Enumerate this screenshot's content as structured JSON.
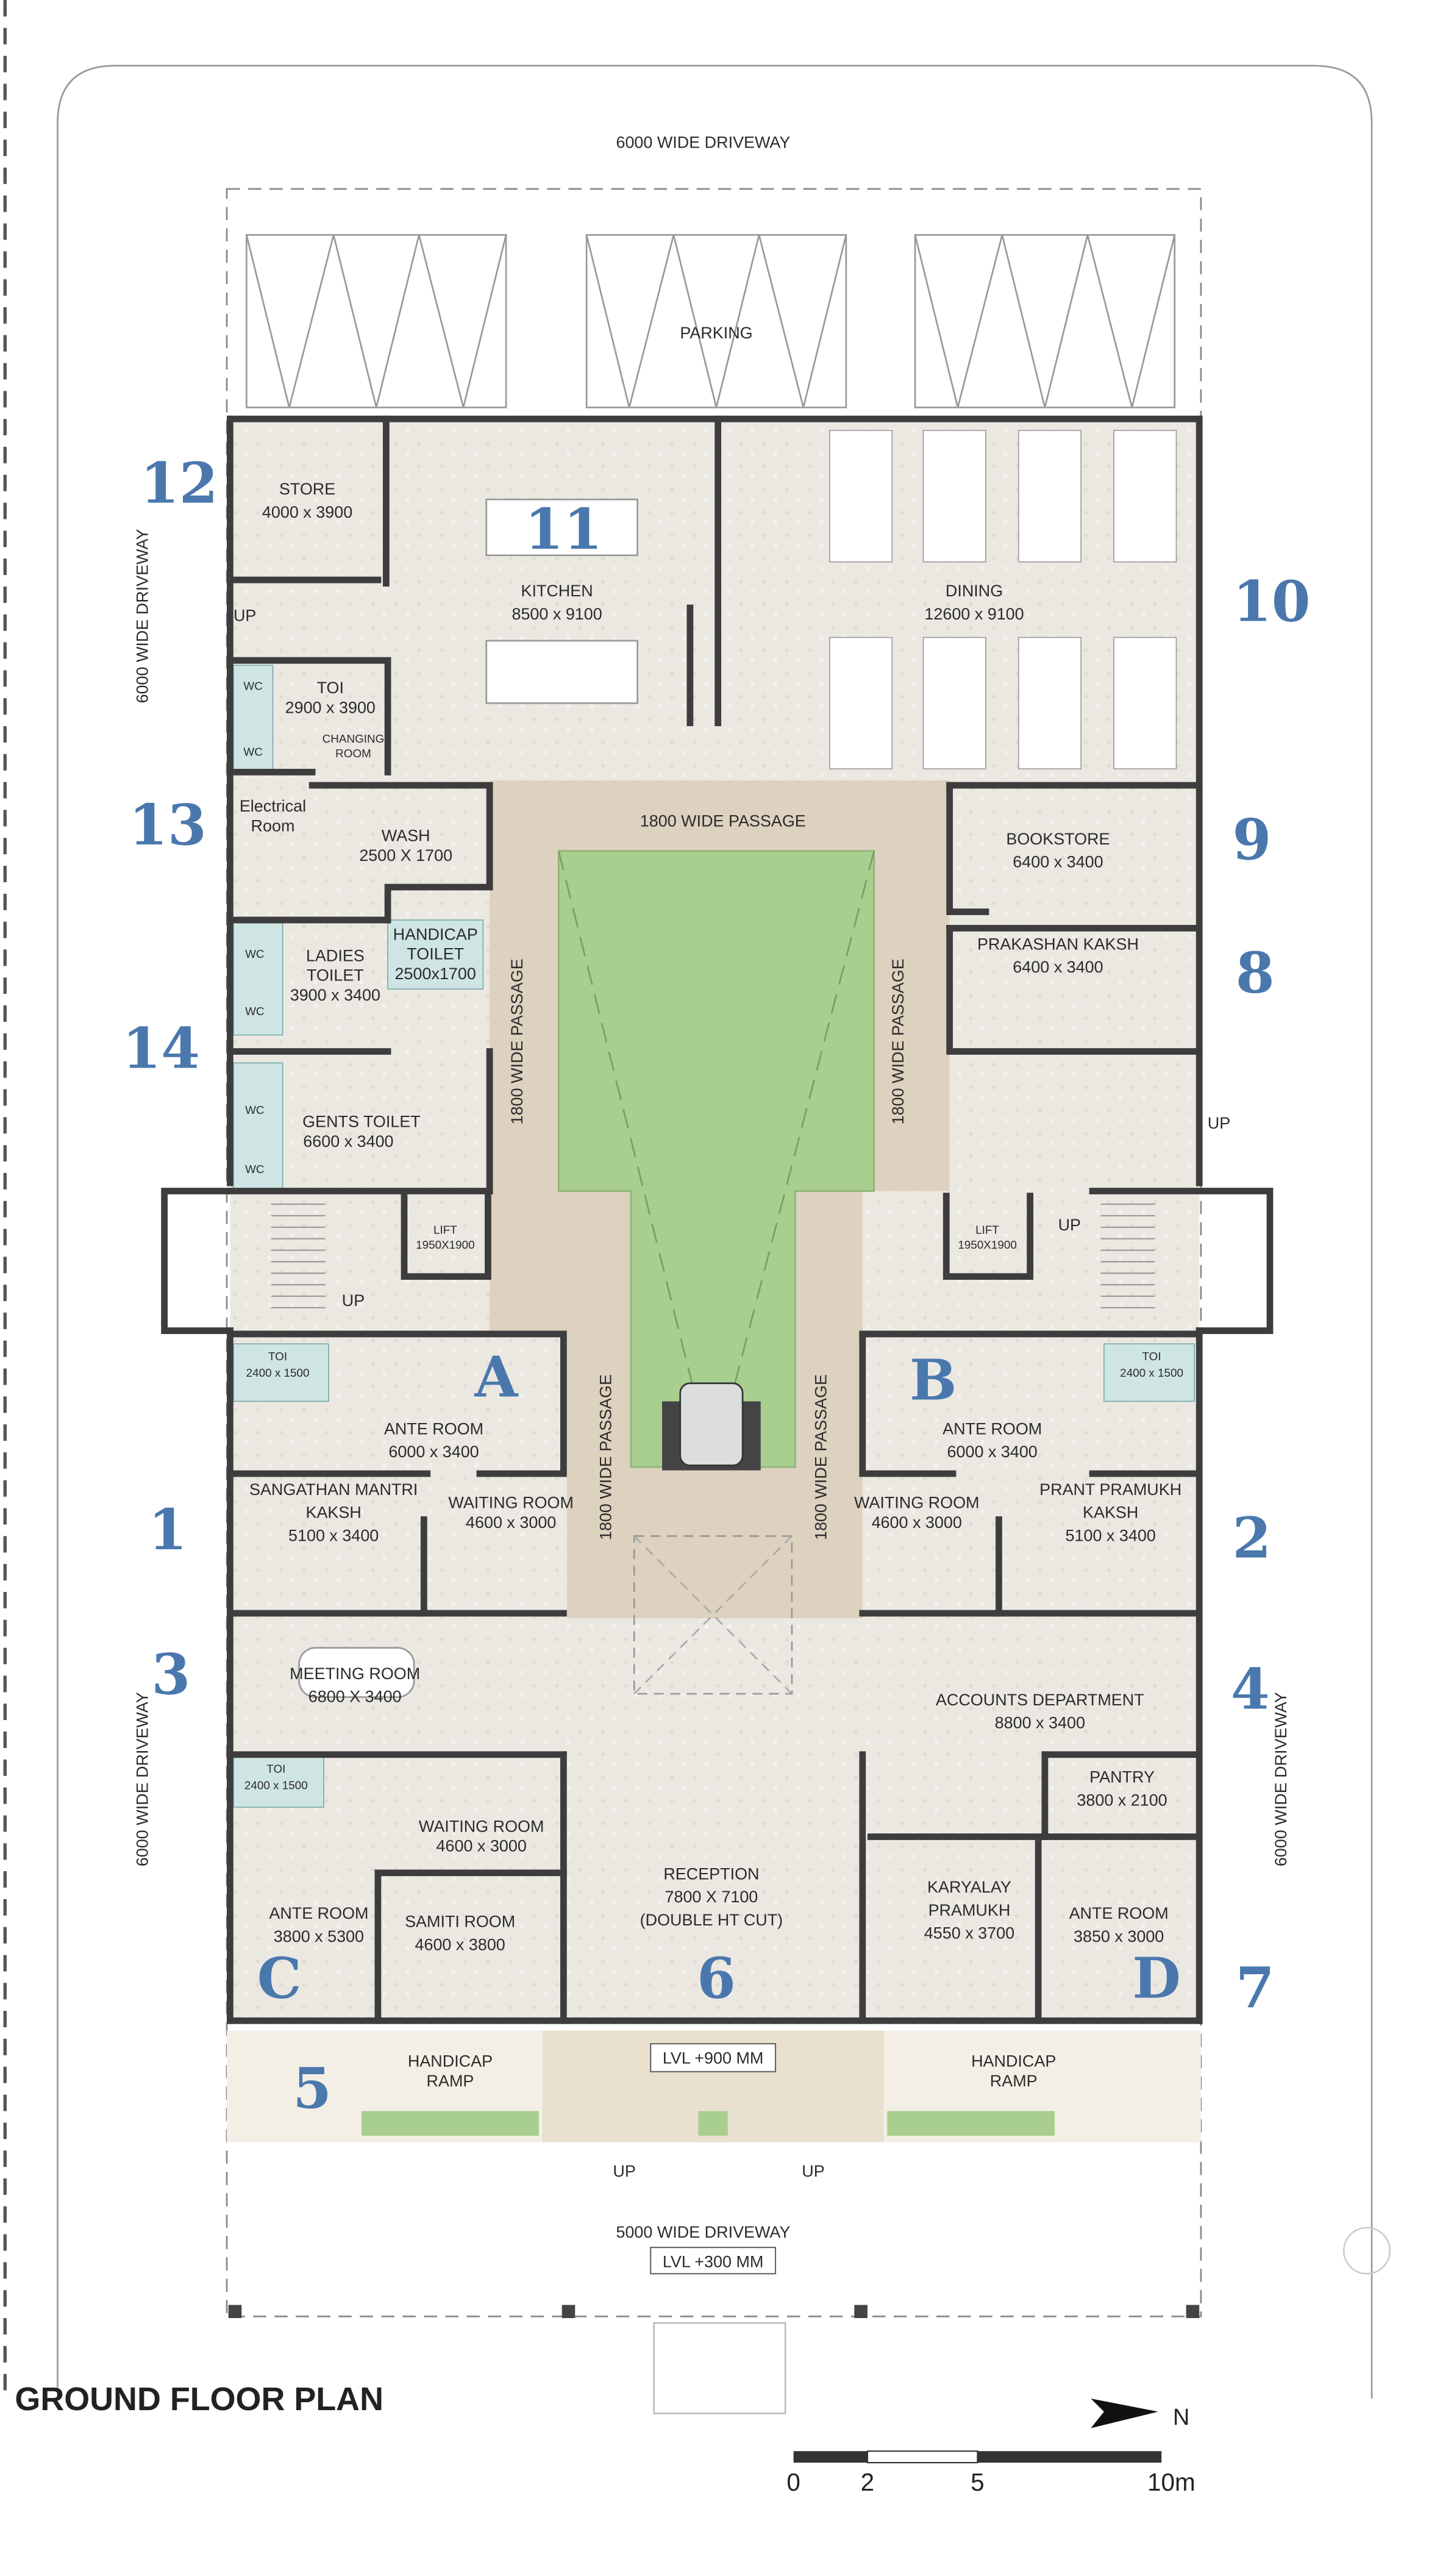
{
  "title": "GROUND FLOOR PLAN",
  "north": "N",
  "scale": {
    "ticks": [
      "0",
      "2",
      "5",
      "10m"
    ]
  },
  "colors": {
    "wall": "#3d3d3d",
    "floor": "#ece6dc",
    "courtyard": "#a9cf8f",
    "wet": "#cfe5e4",
    "number": "#4a78ad",
    "passage": "#ddd1bf"
  },
  "site": {
    "driveway_top": "6000 WIDE DRIVEWAY",
    "driveway_left_top": "6000 WIDE DRIVEWAY",
    "driveway_left_bottom": "6000 WIDE DRIVEWAY",
    "driveway_right": "6000 WIDE DRIVEWAY",
    "driveway_bottom": "5000 WIDE DRIVEWAY",
    "level_bottom": "LVL +300 MM",
    "level_plinth": "LVL +900 MM",
    "parking": "PARKING",
    "ramp_left_1": "HANDICAP",
    "ramp_left_2": "RAMP",
    "ramp_right_1": "HANDICAP",
    "ramp_right_2": "RAMP",
    "up": "UP"
  },
  "passages": {
    "top": "1800 WIDE PASSAGE",
    "left": "1800 WIDE PASSAGE",
    "right": "1800 WIDE PASSAGE",
    "lower_left": "1800 WIDE PASSAGE",
    "lower_right": "1800 WIDE PASSAGE"
  },
  "rooms": {
    "store": {
      "name": "STORE",
      "size": "4000 x 3900"
    },
    "kitchen": {
      "name": "KITCHEN",
      "size": "8500 x 9100"
    },
    "dining": {
      "name": "DINING",
      "size": "12600 x 9100"
    },
    "toi_top": {
      "name": "TOI",
      "size": "2900 x 3900",
      "wc": "WC",
      "changing_1": "CHANGING",
      "changing_2": "ROOM"
    },
    "electrical": {
      "line1": "Electrical",
      "line2": "Room"
    },
    "wash": {
      "name": "WASH",
      "size": "2500 X 1700"
    },
    "bookstore": {
      "name": "BOOKSTORE",
      "size": "6400 x 3400"
    },
    "prakashan": {
      "name": "PRAKASHAN KAKSH",
      "size": "6400 x 3400"
    },
    "ladies": {
      "line1": "LADIES",
      "line2": "TOILET",
      "size": "3900 x 3400"
    },
    "handicap_toilet": {
      "line1": "HANDICAP",
      "line2": "TOILET",
      "size": "2500x1700"
    },
    "gents": {
      "name": "GENTS TOILET",
      "size": "6600 x 3400"
    },
    "wc": "WC",
    "lift": {
      "name": "LIFT",
      "size": "1950X1900"
    },
    "toi_small": {
      "name": "TOI",
      "size": "2400 x 1500"
    },
    "ante_a": {
      "name": "ANTE ROOM",
      "size": "6000 x 3400",
      "letter": "A"
    },
    "ante_b": {
      "name": "ANTE ROOM",
      "size": "6000 x 3400",
      "letter": "B"
    },
    "sangathan": {
      "line1": "SANGATHAN MANTRI",
      "line2": "KAKSH",
      "size": "5100 x 3400"
    },
    "waiting_l": {
      "name": "WAITING ROOM",
      "size": "4600 x 3000"
    },
    "waiting_r": {
      "name": "WAITING ROOM",
      "size": "4600 x 3000"
    },
    "prant": {
      "line1": "PRANT PRAMUKH",
      "line2": "KAKSH",
      "size": "5100 x 3400"
    },
    "meeting": {
      "name": "MEETING ROOM",
      "size": "6800 X 3400"
    },
    "accounts": {
      "name": "ACCOUNTS DEPARTMENT",
      "size": "8800 x 3400"
    },
    "waiting_c": {
      "name": "WAITING ROOM",
      "size": "4600 x 3000"
    },
    "pantry": {
      "name": "PANTRY",
      "size": "3800 x 2100"
    },
    "ante_c": {
      "name": "ANTE ROOM",
      "size": "3800 x 5300",
      "letter": "C"
    },
    "samiti": {
      "name": "SAMITI ROOM",
      "size": "4600 x 3800"
    },
    "reception": {
      "name": "RECEPTION",
      "size": "7800 X 7100",
      "note": "(DOUBLE HT CUT)"
    },
    "karyalay": {
      "line1": "KARYALAY",
      "line2": "PRAMUKH",
      "size": "4550 x 3700"
    },
    "ante_d": {
      "name": "ANTE ROOM",
      "size": "3850 x 3000",
      "letter": "D"
    }
  },
  "numbers": [
    "1",
    "2",
    "3",
    "4",
    "5",
    "6",
    "7",
    "8",
    "9",
    "10",
    "11",
    "12",
    "13",
    "14"
  ]
}
